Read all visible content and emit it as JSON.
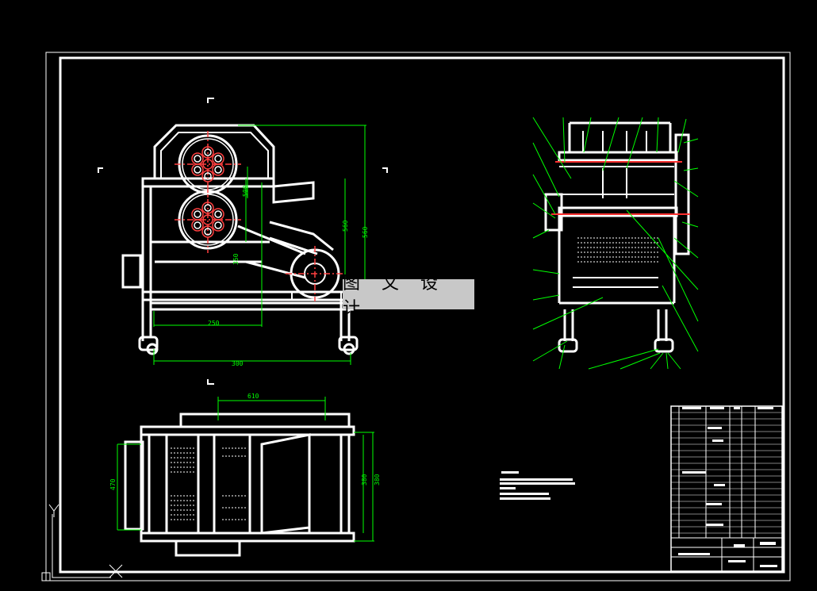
{
  "app": {
    "type": "CAD drawing viewer"
  },
  "drawing": {
    "background_color": "#000000",
    "line_color": "#ffffff",
    "dimension_color": "#00ff00",
    "center_color": "#ff0000",
    "views": {
      "front": {
        "dim_labels": [
          "560",
          "560",
          "500",
          "350",
          "250",
          "300"
        ]
      },
      "top": {
        "dim_labels": [
          "610",
          "470",
          "380",
          "380"
        ]
      },
      "side": {}
    },
    "cursor": {
      "y_axis_label": "Y"
    }
  },
  "watermark": {
    "text": "图 文 设 计"
  }
}
